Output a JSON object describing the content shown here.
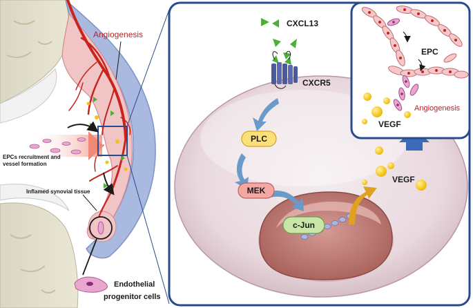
{
  "labels": {
    "angiogenesis_left": "Angiogenesis",
    "epcs_line1": "EPCs recruitment and",
    "epcs_line2": "vessel formation",
    "inflamed": "Inflamed synovial tissue",
    "endothelial_line1": "Endothelial",
    "endothelial_line2": "progenitor cells",
    "cxcl13": "CXCL13",
    "cxcr5": "CXCR5",
    "plc": "PLC",
    "mek": "MEK",
    "cjun": "c-Jun",
    "vegf_cell": "VEGF",
    "vegf_inset": "VEGF",
    "epc_inset": "EPC",
    "angiogenesis_inset": "Angiogenesis"
  },
  "colors": {
    "panel_border": "#2a4a8c",
    "accent_red": "#b3262a",
    "vessel_red": "#c8241e",
    "ligand_green": "#4caf3a",
    "vegf_yellow": "#f2c218",
    "receptor_blue": "#4a5a9c",
    "arrow_blue": "#6a9ac8",
    "arrow_orange": "#e0a020"
  },
  "icons": [
    "cxcl13-ligand-icon",
    "cxcr5-receptor-icon",
    "vegf-ball-icon",
    "epc-cell-icon",
    "up-arrow-icon"
  ]
}
